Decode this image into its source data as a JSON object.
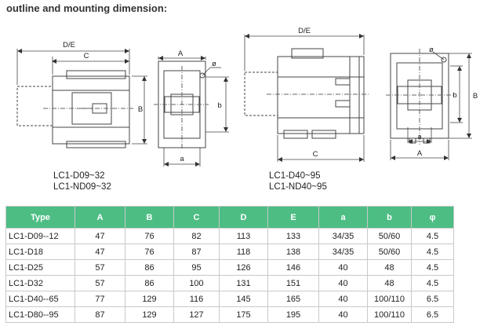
{
  "heading": "outline and mounting dimension:",
  "drawing": {
    "labels": {
      "de": "D/E",
      "c": "C",
      "a": "A",
      "b_upper": "B",
      "b_lower": "b",
      "a_lower": "a",
      "phi": "ø"
    }
  },
  "models": {
    "small": [
      "LC1-D09~32",
      "LC1-ND09~32"
    ],
    "large": [
      "LC1-D40~95",
      "LC1-ND40~95"
    ]
  },
  "table": {
    "headers": [
      "Type",
      "A",
      "B",
      "C",
      "D",
      "E",
      "a",
      "b",
      "φ"
    ],
    "rows": [
      [
        "LC1-D09--12",
        "47",
        "76",
        "82",
        "113",
        "133",
        "34/35",
        "50/60",
        "4.5"
      ],
      [
        "LC1-D18",
        "47",
        "76",
        "87",
        "118",
        "138",
        "34/35",
        "50/60",
        "4.5"
      ],
      [
        "LC1-D25",
        "57",
        "86",
        "95",
        "126",
        "146",
        "40",
        "48",
        "4.5"
      ],
      [
        "LC1-D32",
        "57",
        "86",
        "100",
        "131",
        "151",
        "40",
        "48",
        "4.5"
      ],
      [
        "LC1-D40--65",
        "77",
        "129",
        "116",
        "145",
        "165",
        "40",
        "100/110",
        "6.5"
      ],
      [
        "LC1-D80--95",
        "87",
        "129",
        "127",
        "175",
        "195",
        "40",
        "100/110",
        "6.5"
      ]
    ]
  }
}
